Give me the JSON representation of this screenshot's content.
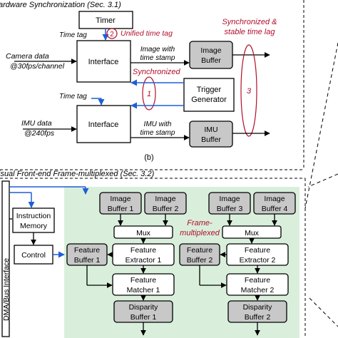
{
  "top": {
    "section_title": "ardware Synchronization (Sec. 3.1)",
    "timer": "Timer",
    "time_tag_1": "Time tag",
    "marker_2": "2",
    "unified_time_tag": "Unified time tag",
    "sync_note_line1": "Synchronized &",
    "sync_note_line2": "stable time lag",
    "camera_line1": "Camera data",
    "camera_line2": "@30fps/channel",
    "interface_cam": "Interface",
    "img_ts_line1": "Image with",
    "img_ts_line2": "time stamp",
    "image_buffer_line1": "Image",
    "image_buffer_line2": "Buffer",
    "synchronized": "Synchronized",
    "marker_1": "1",
    "marker_3": "3",
    "time_tag_2": "Time tag",
    "trigger_line1": "Trigger",
    "trigger_line2": "Generator",
    "imu_line1": "IMU data",
    "imu_line2": "@240fps",
    "interface_imu": "Interface",
    "imu_ts_line1": "IMU with",
    "imu_ts_line2": "time stamp",
    "imu_buffer_line1": "IMU",
    "imu_buffer_line2": "Buffer",
    "caption": "(b)"
  },
  "bottom": {
    "section_title": "isual Front-end Frame-multiplexed (Sec. 3.2)",
    "dma_label": "DMA/Bus Interface",
    "instruction_line1": "Instruction",
    "instruction_line2": "Memory",
    "control": "Control",
    "frame_mux_line1": "Frame-",
    "frame_mux_line2": "multiplexed",
    "left": {
      "ib1_line1": "Image",
      "ib1_line2": "Buffer 1",
      "ib2_line1": "Image",
      "ib2_line2": "Buffer 2",
      "mux": "Mux",
      "fb_line1": "Feature",
      "fb_line2": "Buffer 1",
      "fe_line1": "Feature",
      "fe_line2": "Extractor 1",
      "fm_line1": "Feature",
      "fm_line2": "Matcher 1",
      "db_line1": "Disparity",
      "db_line2": "Buffer 1"
    },
    "right": {
      "ib3_line1": "Image",
      "ib3_line2": "Buffer 3",
      "ib4_line1": "Image",
      "ib4_line2": "Buffer 4",
      "mux": "Mux",
      "fb_line1": "Feature",
      "fb_line2": "Buffer 2",
      "fe_line1": "Feature",
      "fe_line2": "Extractor 2",
      "fm_line1": "Feature",
      "fm_line2": "Matcher 2",
      "db_line1": "Disparity",
      "db_line2": "Buffer 2"
    }
  },
  "colors": {
    "accent_red": "#b0102a",
    "arrow_blue": "#1f5fd6",
    "buffer_fill": "#c8c8c8",
    "green_region": "#d9efdc"
  }
}
